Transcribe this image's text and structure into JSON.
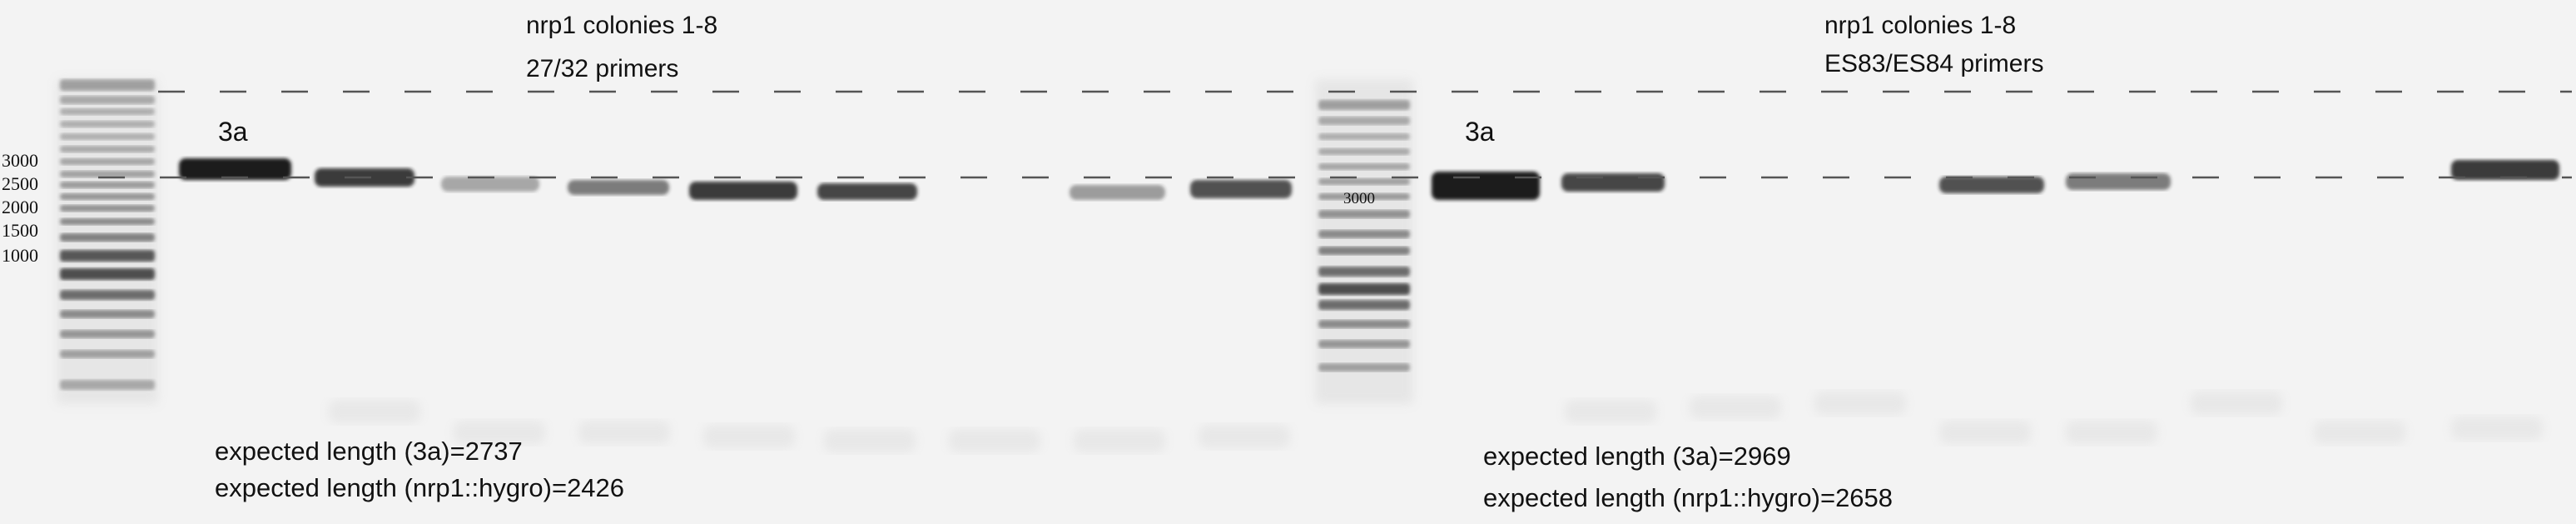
{
  "gel_image": {
    "background_color": "#f3f3f3",
    "band_color": "#1a1a1a",
    "dash_color": "#555555",
    "left_panel": {
      "title_line1": "nrp1 colonies 1-8",
      "title_line2": "27/32 primers",
      "lane_marker": "3a",
      "expected_line1": "expected length (3a)=2737",
      "expected_line2": "expected length (nrp1::hygro)=2426"
    },
    "right_panel": {
      "title_line1": "nrp1 colonies 1-8",
      "title_line2": "ES83/ES84 primers",
      "lane_marker": "3a",
      "expected_line1": "expected length (3a)=2969",
      "expected_line2": "expected length (nrp1::hygro)=2658"
    },
    "ladder_labels": [
      "3000",
      "2500",
      "2000",
      "1500",
      "1000"
    ],
    "middle_ladder_label": "3000"
  }
}
